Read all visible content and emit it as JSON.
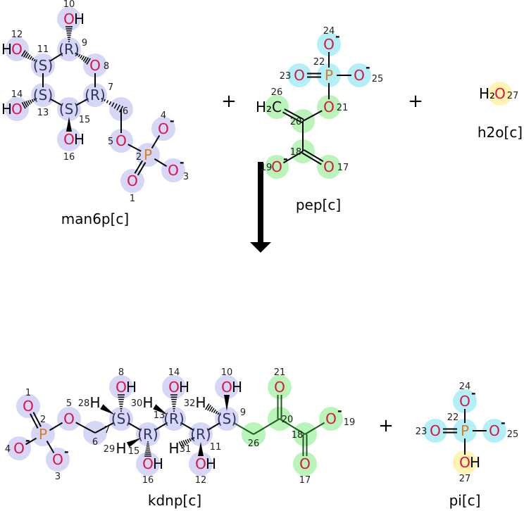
{
  "reaction": {
    "plus_1": "+",
    "plus_2": "+",
    "plus_3": "+"
  },
  "colors": {
    "blue": "#d6d6f7",
    "green": "#b9f4b9",
    "cyan": "#b2eff6",
    "yellow": "#fff4b0",
    "oxygen": "#dd1144",
    "phosphorus": "#e07a20",
    "stereo": "#33335f"
  },
  "molecules": {
    "man6p": {
      "label": "man6p[c]",
      "atoms": [
        {
          "sym": "O",
          "h": "H",
          "num": "10",
          "hl": "blue"
        },
        {
          "sym": "(R)",
          "num": "9",
          "hl": "blue"
        },
        {
          "sym": "O",
          "pre": "H",
          "num": "12",
          "hl": "blue"
        },
        {
          "sym": "(S)",
          "num": "11",
          "hl": "blue"
        },
        {
          "sym": "O",
          "num": "8",
          "hl": "blue"
        },
        {
          "sym": "(S)",
          "num": "13",
          "hl": "blue"
        },
        {
          "sym": "O",
          "pre": "H",
          "num": "14",
          "hl": "blue"
        },
        {
          "sym": "(R)",
          "num": "7",
          "hl": "blue"
        },
        {
          "sym": "(S)",
          "num": "15",
          "hl": "blue"
        },
        {
          "sym": "O",
          "h": "H",
          "num": "16",
          "hl": "blue"
        },
        {
          "sym": "",
          "num": "6",
          "hl": "blue"
        },
        {
          "sym": "O",
          "num": "5",
          "hl": "blue"
        },
        {
          "sym": "P",
          "num": "2",
          "hl": "blue"
        },
        {
          "sym": "O",
          "charge": "-",
          "num": "4",
          "hl": "blue"
        },
        {
          "sym": "O",
          "charge": "-",
          "num": "3",
          "hl": "blue"
        },
        {
          "sym": "O",
          "num": "1",
          "hl": "blue"
        }
      ]
    },
    "pep": {
      "label": "pep[c]",
      "atoms": [
        {
          "sym": "O",
          "charge": "-",
          "num": "24",
          "hl": "cyan"
        },
        {
          "sym": "P",
          "num": "22",
          "hl": "cyan"
        },
        {
          "sym": "O",
          "num": "23",
          "hl": "cyan"
        },
        {
          "sym": "O",
          "charge": "-",
          "num": "25",
          "hl": "cyan"
        },
        {
          "sym": "O",
          "num": "21",
          "hl": "green"
        },
        {
          "sym": "C",
          "pre": "H₂",
          "num": "26",
          "hl": "green"
        },
        {
          "sym": "",
          "num": "20",
          "hl": "green"
        },
        {
          "sym": "",
          "num": "18",
          "hl": "green"
        },
        {
          "sym": "O",
          "charge": "-",
          "num": "19",
          "hl": "green"
        },
        {
          "sym": "O",
          "num": "17",
          "hl": "green"
        }
      ]
    },
    "h2o": {
      "label": "h2o[c]",
      "atoms": [
        {
          "sym": "O",
          "pre": "H₂",
          "num": "27",
          "hl": "yellow"
        }
      ]
    },
    "kdnp": {
      "label": "kdnp[c]",
      "atoms": [
        {
          "sym": "O",
          "num": "1",
          "hl": "blue"
        },
        {
          "sym": "P",
          "num": "2",
          "hl": "blue"
        },
        {
          "sym": "O",
          "charge": "-",
          "num": "4",
          "hl": "blue"
        },
        {
          "sym": "O",
          "charge": "-",
          "num": "3",
          "hl": "blue"
        },
        {
          "sym": "O",
          "num": "5",
          "hl": "blue"
        },
        {
          "sym": "",
          "num": "6",
          "hl": "blue"
        },
        {
          "sym": "(S)",
          "num": "7",
          "hl": "blue"
        },
        {
          "sym": "O",
          "h": "H",
          "num": "8",
          "hl": "blue"
        },
        {
          "sym": "(R)",
          "num": "15",
          "hl": "blue"
        },
        {
          "sym": "O",
          "h": "H",
          "num": "16",
          "hl": "blue"
        },
        {
          "sym": "(R)",
          "num": "13",
          "hl": "blue"
        },
        {
          "sym": "O",
          "h": "H",
          "num": "14",
          "hl": "blue"
        },
        {
          "sym": "(R)",
          "num": "11",
          "hl": "blue"
        },
        {
          "sym": "O",
          "h": "H",
          "num": "12",
          "hl": "blue"
        },
        {
          "sym": "(S)",
          "num": "9",
          "hl": "blue"
        },
        {
          "sym": "O",
          "h": "H",
          "num": "10",
          "hl": "blue"
        },
        {
          "sym": "",
          "num": "26",
          "hl": "green"
        },
        {
          "sym": "",
          "num": "20",
          "hl": "green"
        },
        {
          "sym": "O",
          "num": "21",
          "hl": "green"
        },
        {
          "sym": "",
          "num": "18",
          "hl": "green"
        },
        {
          "sym": "O",
          "charge": "-",
          "num": "19",
          "hl": "green"
        },
        {
          "sym": "O",
          "num": "17",
          "hl": "green"
        },
        {
          "sym": "H",
          "num": "28"
        },
        {
          "sym": "H",
          "num": "30"
        },
        {
          "sym": "H",
          "num": "32"
        },
        {
          "sym": "H",
          "num": "29"
        },
        {
          "sym": "H",
          "num": "31"
        }
      ]
    },
    "pi": {
      "label": "pi[c]",
      "atoms": [
        {
          "sym": "O",
          "charge": "-",
          "num": "24",
          "hl": "cyan"
        },
        {
          "sym": "P",
          "num": "22",
          "hl": "cyan"
        },
        {
          "sym": "O",
          "num": "23",
          "hl": "cyan"
        },
        {
          "sym": "O",
          "charge": "-",
          "num": "25",
          "hl": "cyan"
        },
        {
          "sym": "O",
          "h": "H",
          "num": "27",
          "hl": "yellow"
        }
      ]
    }
  }
}
